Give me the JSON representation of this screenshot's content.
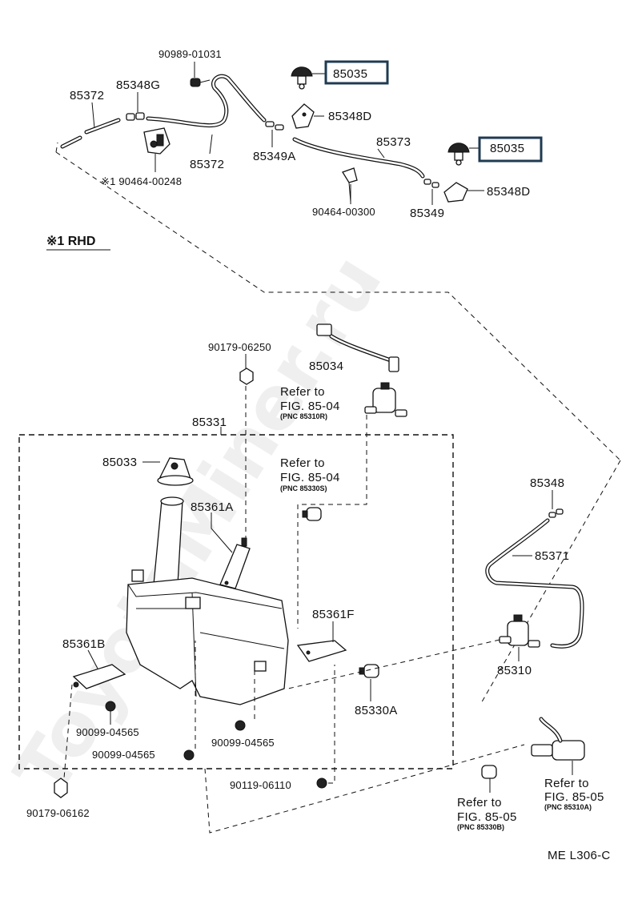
{
  "watermark": "ToyotaMiner.ru",
  "diagram_code": "ME L306-C",
  "rhd_note": "※1 RHD",
  "labels": {
    "p90989_01031": "90989-01031",
    "p85035_a": "85035",
    "p85035_b": "85035",
    "p85372_a": "85372",
    "p85348g": "85348G",
    "p85348d_a": "85348D",
    "p85373": "85373",
    "p85372_b": "85372",
    "p85349a": "85349A",
    "p90464_00248": "※1 90464-00248",
    "p90464_00300": "90464-00300",
    "p85349": "85349",
    "p85348d_b": "85348D",
    "p90179_06250": "90179-06250",
    "p85034": "85034",
    "p85331": "85331",
    "p85033": "85033",
    "p85361a": "85361A",
    "p85348": "85348",
    "p85371": "85371",
    "p85361f": "85361F",
    "p85361b": "85361B",
    "p85310": "85310",
    "p85330a": "85330A",
    "p90099_04565_a": "90099-04565",
    "p90099_04565_b": "90099-04565",
    "p90099_04565_c": "90099-04565",
    "p90119_06110": "90119-06110",
    "p90179_06162": "90179-06162"
  },
  "refs": {
    "r1": {
      "line1": "Refer to",
      "line2": "FIG. 85-04",
      "line3": "(PNC 85310R)"
    },
    "r2": {
      "line1": "Refer to",
      "line2": "FIG. 85-04",
      "line3": "(PNC 85330S)"
    },
    "r3": {
      "line1": "Refer to",
      "line2": "FIG. 85-05",
      "line3": "(PNC 85330B)"
    },
    "r4": {
      "line1": "Refer to",
      "line2": "FIG. 85-05",
      "line3": "(PNC 85310A)"
    }
  },
  "highlight_color": "#1f3b52"
}
